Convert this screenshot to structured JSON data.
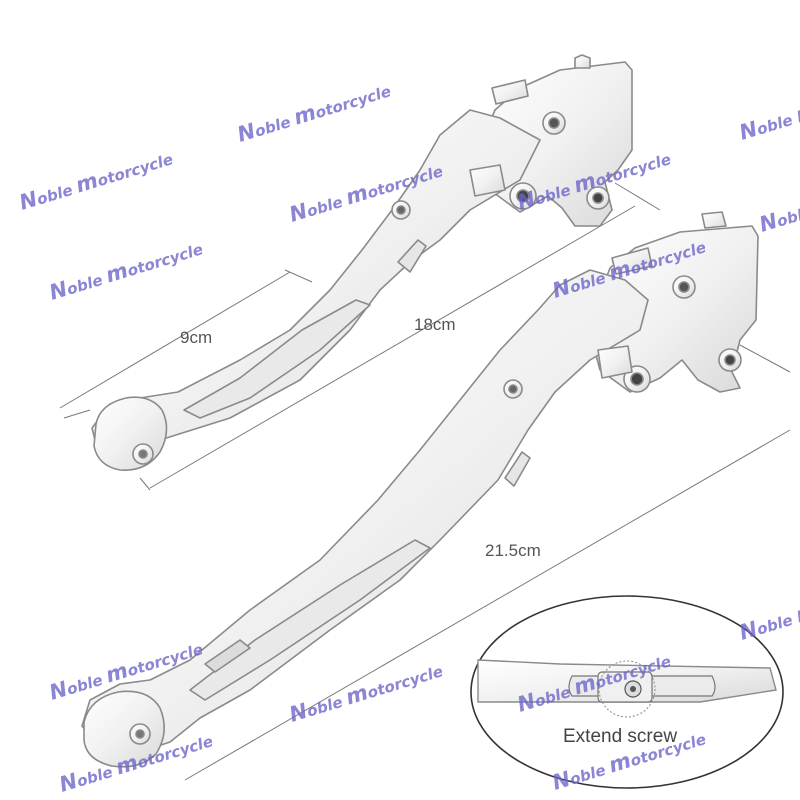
{
  "watermark": {
    "text_1_initial": "N",
    "text_1_rest": "oble",
    "text_2_initial": "m",
    "text_2_rest": "otorcycle",
    "color": "#6a63c9"
  },
  "dimensions": {
    "short_width": "9cm",
    "short_length": "18cm",
    "long_length": "21.5cm"
  },
  "callout": {
    "label": "Extend screw"
  },
  "colors": {
    "metal_fill": "#f3f3f3",
    "metal_edge": "#8c8c8c",
    "dim_line": "#777777",
    "background": "#ffffff"
  }
}
